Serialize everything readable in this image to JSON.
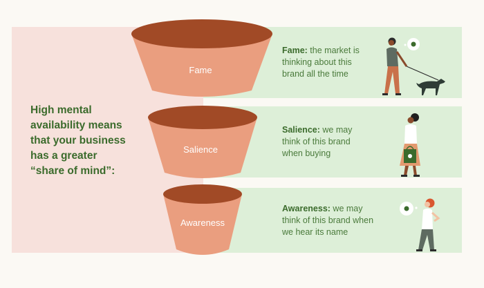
{
  "headline": [
    "High mental",
    "availability means",
    "that your business",
    "has a greater",
    "“share of mind”:"
  ],
  "levels": [
    {
      "label": "Fame",
      "term": "Fame:",
      "description": " the market is thinking about this brand all the time"
    },
    {
      "label": "Salience",
      "term": "Salience:",
      "description": " we may think of this brand when buying"
    },
    {
      "label": "Awareness",
      "term": "Awareness:",
      "description": " we may think of this brand when we hear its name"
    }
  ],
  "colors": {
    "funnel_body": "#ea9e7f",
    "funnel_top": "#a14a26",
    "left_bg": "#f7e1dc",
    "row_bg": "#ddefd8",
    "accent_green": "#3b6b2c",
    "page_bg": "#fbf9f4"
  },
  "icons": [
    "person-walking-dog-icon",
    "person-shopping-icon",
    "person-thinking-icon",
    "thought-bubble-icon"
  ]
}
